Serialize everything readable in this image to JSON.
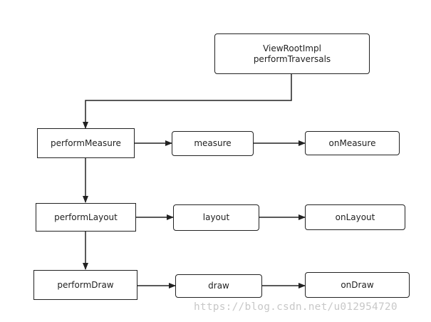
{
  "nodes": {
    "root_line1": "ViewRootImpl",
    "root_line2": "performTraversals",
    "perform_measure": "performMeasure",
    "measure": "measure",
    "on_measure": "onMeasure",
    "perform_layout": "performLayout",
    "layout": "layout",
    "on_layout": "onLayout",
    "perform_draw": "performDraw",
    "draw": "draw",
    "on_draw": "onDraw"
  },
  "watermark": "https://blog.csdn.net/u012954720"
}
